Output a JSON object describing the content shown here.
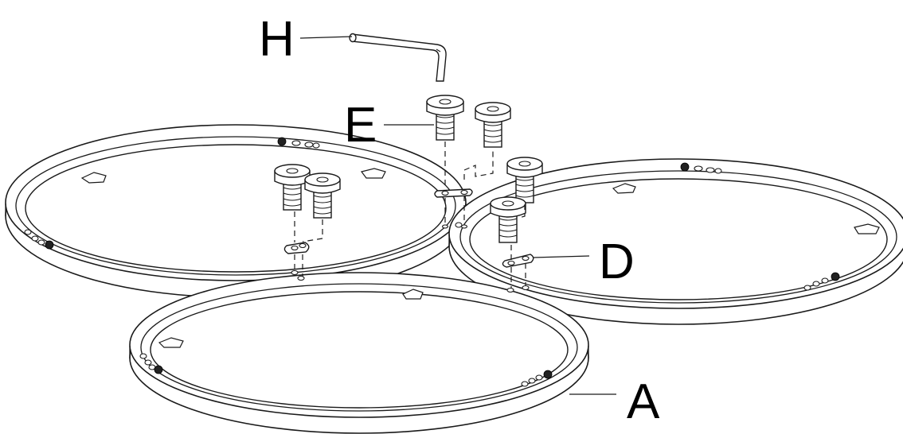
{
  "figure": {
    "labels": {
      "ring_part": "A",
      "plate_part": "D",
      "screw_part": "E",
      "key_part": "H"
    }
  }
}
